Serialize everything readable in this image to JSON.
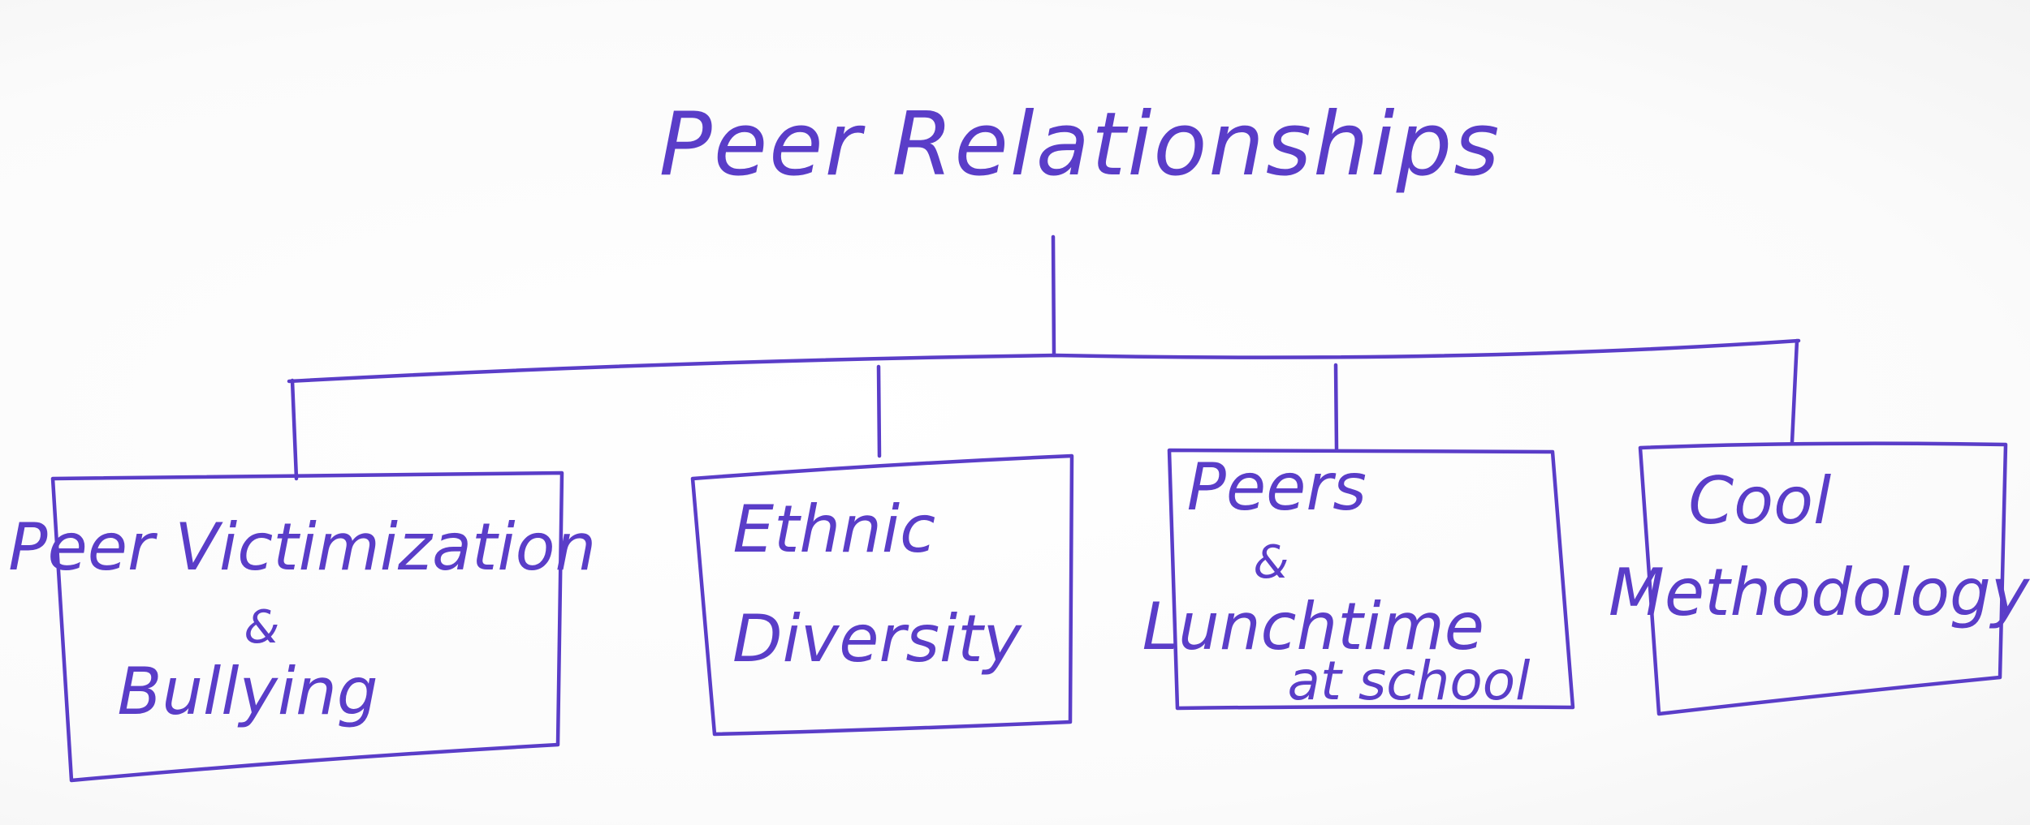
{
  "colors": {
    "ink": "#5a3dc8",
    "paper": "#fdfdfd"
  },
  "diagram": {
    "root": {
      "label": "Peer Relationships"
    },
    "children": [
      {
        "lines": [
          "Peer Victimization",
          "&",
          "Bullying"
        ]
      },
      {
        "lines": [
          "Ethnic",
          "Diversity"
        ]
      },
      {
        "lines": [
          "Peers",
          "&",
          "Lunchtime",
          "at school"
        ]
      },
      {
        "lines": [
          "Cool",
          "Methodology"
        ]
      }
    ]
  }
}
